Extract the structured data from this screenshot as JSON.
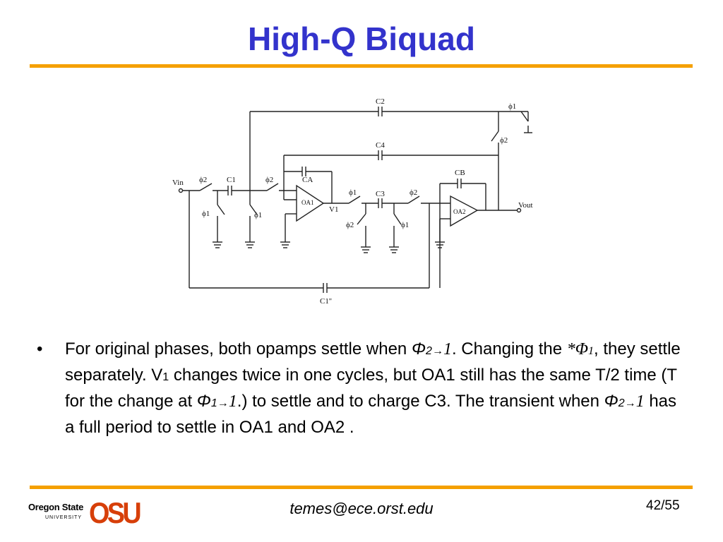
{
  "slide": {
    "title": "High-Q Biquad",
    "footer_email": "temes@ece.orst.edu",
    "page_number": "42/55"
  },
  "logo": {
    "name_line1": "Oregon State",
    "name_line2": "UNIVERSITY",
    "mark": "OSU",
    "colors": {
      "mark": "#d73f09"
    }
  },
  "colors": {
    "title": "#3333cc",
    "rule": "#f5a000"
  },
  "circuit": {
    "labels": {
      "vin": "Vin",
      "vout": "Vout",
      "v1": "V1",
      "oa1": "OA1",
      "oa2": "OA2",
      "c1": "C1",
      "c2": "C2",
      "c3": "C3",
      "c4": "C4",
      "ca": "CA",
      "cb": "CB",
      "c1pp": "C1''",
      "phi1": "ϕ1",
      "phi2": "ϕ2"
    }
  },
  "body": {
    "bullet": "•",
    "seg1": "For original phases, both opamps settle when ",
    "phi": "Φ",
    "two": "2",
    "one": "1",
    "arrow": "→",
    "seg2": ". Changing the",
    "star": "*",
    "seg3": ", they settle separately. V",
    "v_sub": "1",
    "seg4": " changes twice in one cycles, but OA1 still has the same T/2 time (T for the change at ",
    "seg5": ".) to settle and to charge C3. The transient when ",
    "seg6": "  has a full period to settle in OA1 and OA2 ."
  }
}
